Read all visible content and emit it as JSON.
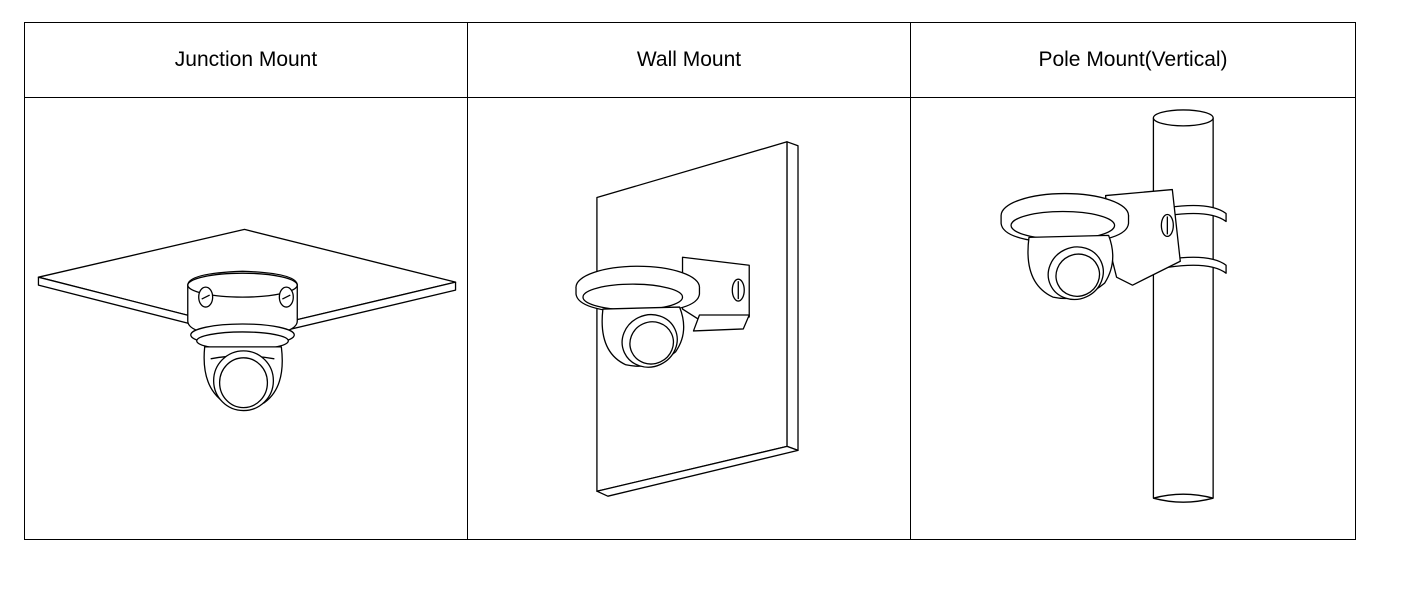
{
  "table": {
    "columns": [
      {
        "label": "Junction Mount",
        "illustration": "camera-junction-mount-drawing"
      },
      {
        "label": "Wall Mount",
        "illustration": "camera-wall-mount-drawing"
      },
      {
        "label": "Pole Mount(Vertical)",
        "illustration": "camera-pole-mount-drawing"
      }
    ]
  }
}
